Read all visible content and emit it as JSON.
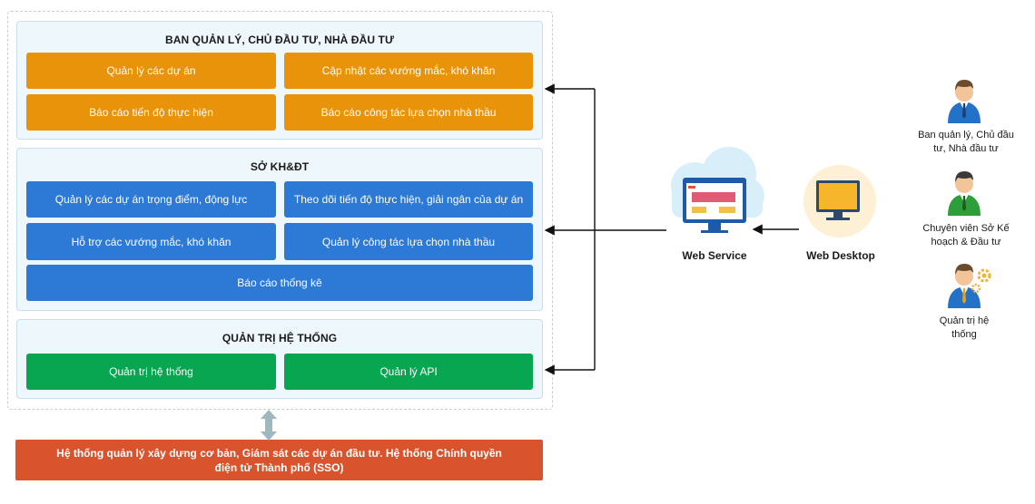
{
  "panels": {
    "ban_quan_ly": {
      "title": "BAN QUẢN LÝ, CHỦ ĐẦU TƯ, NHÀ ĐẦU TƯ",
      "items": [
        "Quản lý các dự án",
        "Cập nhật các vướng mắc, khó khăn",
        "Báo cáo tiến độ thực hiện",
        "Báo cáo công tác lựa chọn nhà thầu"
      ]
    },
    "so_khdt": {
      "title": "SỞ KH&ĐT",
      "items": [
        "Quản lý các dự án trọng điểm, động lực",
        "Theo dõi tiến độ thực hiện, giải ngân của dự án",
        "Hỗ trợ các vướng mắc, khó khăn",
        "Quản lý công tác lựa chọn nhà thầu",
        "Báo cáo thống kê"
      ]
    },
    "quan_tri": {
      "title": "QUẢN TRỊ HỆ THỐNG",
      "items": [
        "Quản trị hệ thống",
        "Quản lý API"
      ]
    }
  },
  "sso": "Hệ thống quản lý xây dựng cơ bản, Giám sát các dự án đầu tư. Hệ thống Chính quyền điện tử Thành phố (SSO)",
  "web_service": "Web Service",
  "web_desktop": "Web Desktop",
  "roles": [
    "Ban quản lý, Chủ đầu tư, Nhà đầu tư",
    "Chuyên viên Sở Kế hoạch & Đầu tư",
    "Quản trị hệ thống"
  ],
  "colors": {
    "orange": "#e8930a",
    "blue": "#2d7ad6",
    "green": "#08a651",
    "sso": "#d9542c"
  },
  "icons": [
    "web-service-cloud-icon",
    "web-desktop-monitor-icon",
    "user-blue-icon",
    "user-green-icon",
    "admin-gear-icon",
    "double-arrow-icon"
  ]
}
